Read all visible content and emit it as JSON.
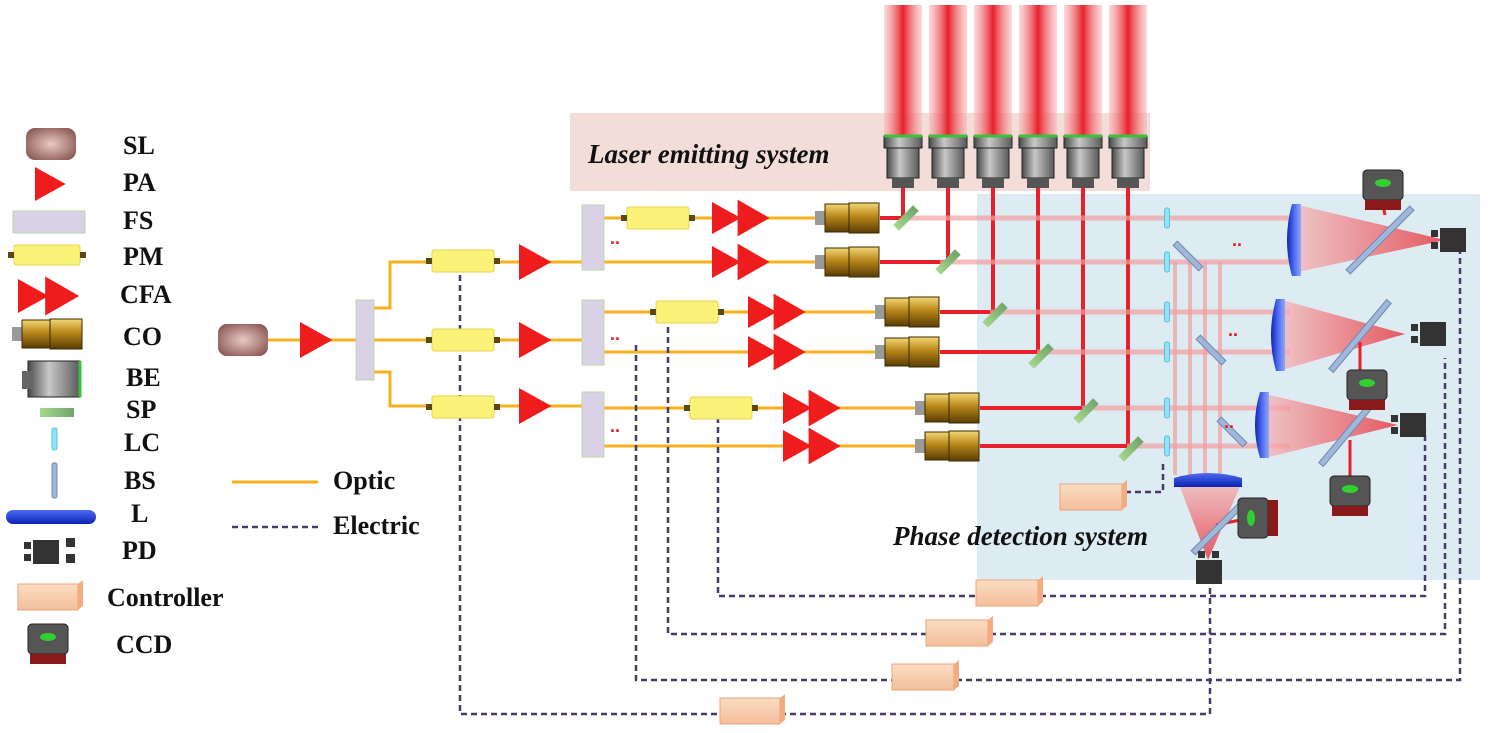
{
  "legend": {
    "items": [
      {
        "abbr": "SL",
        "icon": "seed-laser-icon"
      },
      {
        "abbr": "PA",
        "icon": "preamplifier-icon"
      },
      {
        "abbr": "FS",
        "icon": "fiber-splitter-icon"
      },
      {
        "abbr": "PM",
        "icon": "phase-modulator-icon"
      },
      {
        "abbr": "CFA",
        "icon": "cascaded-fiber-amplifier-icon"
      },
      {
        "abbr": "CO",
        "icon": "collimator-icon"
      },
      {
        "abbr": "BE",
        "icon": "beam-expander-icon"
      },
      {
        "abbr": "SP",
        "icon": "sampling-plate-icon"
      },
      {
        "abbr": "LC",
        "icon": "lens-cell-icon"
      },
      {
        "abbr": "BS",
        "icon": "beam-splitter-icon"
      },
      {
        "abbr": "L",
        "icon": "lens-icon"
      },
      {
        "abbr": "PD",
        "icon": "photodetector-icon"
      },
      {
        "abbr": "Controller",
        "icon": "controller-icon"
      },
      {
        "abbr": "CCD",
        "icon": "ccd-camera-icon"
      }
    ],
    "lines": {
      "optic": "Optic",
      "electric": "Electric"
    }
  },
  "systems": {
    "emitting": "Laser emitting system",
    "detection": "Phase detection system"
  },
  "ellipsis": "..",
  "colors": {
    "optic_fiber": "#f5b21e",
    "electric_line": "#4a3a6a",
    "laser_beam": "#e8202a",
    "amplifier": "#ee1c1c",
    "modulator": "#fbf27a",
    "splitter": "#d9d2e6",
    "controller": "#f9d2b4",
    "emit_bg": "#f3ddd9",
    "detect_bg": "#ddebf2",
    "lens_blue": "#1c3ee0"
  }
}
